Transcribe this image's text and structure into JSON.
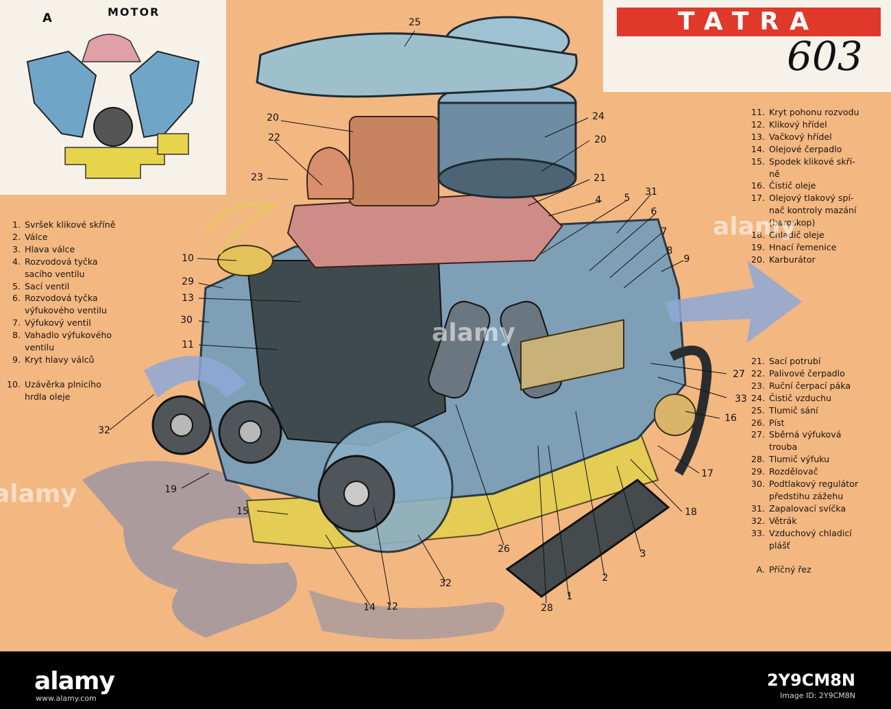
{
  "inset": {
    "letter": "A",
    "title": "MOTOR"
  },
  "brand": {
    "name": "TATRA",
    "model": "603"
  },
  "legend_left": [
    {
      "num": "1.",
      "text": "Svršek klikové skříně"
    },
    {
      "num": "2.",
      "text": "Válce"
    },
    {
      "num": "3.",
      "text": "Hlava válce"
    },
    {
      "num": "4.",
      "text": "Rozvodová tyčka"
    },
    {
      "num": "",
      "text": "sacího ventilu"
    },
    {
      "num": "5.",
      "text": "Sací ventil"
    },
    {
      "num": "6.",
      "text": "Rozvodová tyčka"
    },
    {
      "num": "",
      "text": "výfukového ventilu"
    },
    {
      "num": "7.",
      "text": "Výfukový ventil"
    },
    {
      "num": "8.",
      "text": "Vahadlo výfukového"
    },
    {
      "num": "",
      "text": "ventilu"
    },
    {
      "num": "9.",
      "text": "Kryt hlavy válců"
    },
    {
      "num": "",
      "text": ""
    },
    {
      "num": "10.",
      "text": "Uzávěrka plnicího"
    },
    {
      "num": "",
      "text": "hrdla oleje"
    }
  ],
  "legend_right_top": [
    {
      "num": "11.",
      "text": "Kryt pohonu rozvodu"
    },
    {
      "num": "12.",
      "text": "Klikový hřídel"
    },
    {
      "num": "13.",
      "text": "Vačkový hřídel"
    },
    {
      "num": "14.",
      "text": "Olejové čerpadlo"
    },
    {
      "num": "15.",
      "text": "Spodek klikové skří-"
    },
    {
      "num": "",
      "text": "ně"
    },
    {
      "num": "16.",
      "text": "Čistič oleje"
    },
    {
      "num": "17.",
      "text": "Olejový tlakový spí-"
    },
    {
      "num": "",
      "text": "nač kontroly mazání"
    },
    {
      "num": "",
      "text": "(baroskop)"
    },
    {
      "num": "18.",
      "text": "Chladič oleje"
    },
    {
      "num": "19.",
      "text": "Hnací řemenice"
    },
    {
      "num": "20.",
      "text": "Karburátor"
    }
  ],
  "legend_right_bottom": [
    {
      "num": "21.",
      "text": "Sací potrubí"
    },
    {
      "num": "22.",
      "text": "Palivové čerpadlo"
    },
    {
      "num": "23.",
      "text": "Ruční čerpací páka"
    },
    {
      "num": "24.",
      "text": "Čistič vzduchu"
    },
    {
      "num": "25.",
      "text": "Tlumič sání"
    },
    {
      "num": "26.",
      "text": "Píst"
    },
    {
      "num": "27.",
      "text": "Sběrná výfuková"
    },
    {
      "num": "",
      "text": "trouba"
    },
    {
      "num": "28.",
      "text": "Tlumič výfuku"
    },
    {
      "num": "29.",
      "text": "Rozdělovač"
    },
    {
      "num": "30.",
      "text": "Podtlakový regulátor"
    },
    {
      "num": "",
      "text": "předstihu zážehu"
    },
    {
      "num": "31.",
      "text": "Zapalovací svíčka"
    },
    {
      "num": "32.",
      "text": "Větrák"
    },
    {
      "num": "33.",
      "text": "Vzduchový chladicí"
    },
    {
      "num": "",
      "text": "plášť"
    },
    {
      "num": "",
      "text": ""
    },
    {
      "num": "A.",
      "text": "Příčný řez"
    }
  ],
  "callouts": [
    "25",
    "20",
    "24",
    "22",
    "20",
    "23",
    "21",
    "4",
    "5",
    "31",
    "6",
    "7",
    "8",
    "9",
    "10",
    "29",
    "13",
    "30",
    "11",
    "27",
    "33",
    "16",
    "17",
    "18",
    "32",
    "19",
    "15",
    "26",
    "3",
    "2",
    "1",
    "28",
    "32",
    "14",
    "12"
  ],
  "watermark": "alamy",
  "footer": {
    "logo": "alamy",
    "url": "www.alamy.com",
    "image_id": "2Y9CM8N",
    "meta": "Image ID: 2Y9CM8N"
  },
  "colors": {
    "poster_bg": "#f3b782",
    "brand_red": "#e0382a",
    "engine_blue": "#8fb3c8",
    "engine_pink": "#d9968f",
    "footer": "#000000"
  }
}
